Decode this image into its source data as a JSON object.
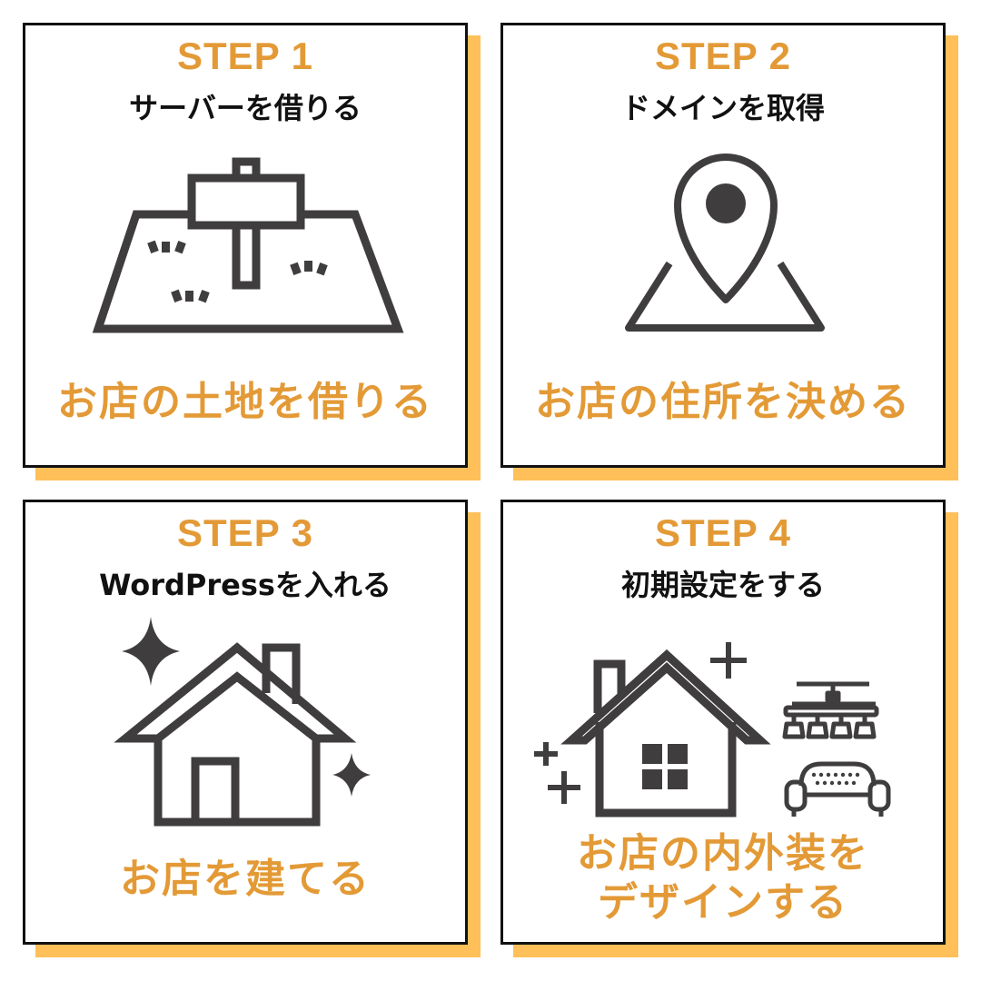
{
  "colors": {
    "accent": "#e39a36",
    "shadow": "#ffbf59",
    "icon": "#3f3d3d",
    "border": "#111111"
  },
  "steps": [
    {
      "step": "STEP 1",
      "subtitle": "サーバーを借りる",
      "caption": "お店の土地を借りる",
      "icon": "land-signpost-icon"
    },
    {
      "step": "STEP 2",
      "subtitle": "ドメインを取得",
      "caption": "お店の住所を決める",
      "icon": "map-pin-icon"
    },
    {
      "step": "STEP 3",
      "subtitle": "WordPressを入れる",
      "caption": "お店を建てる",
      "icon": "sparkling-house-icon"
    },
    {
      "step": "STEP 4",
      "subtitle": "初期設定をする",
      "caption": "お店の内外装を\nデザインする",
      "icon": "house-furniture-icon"
    }
  ]
}
